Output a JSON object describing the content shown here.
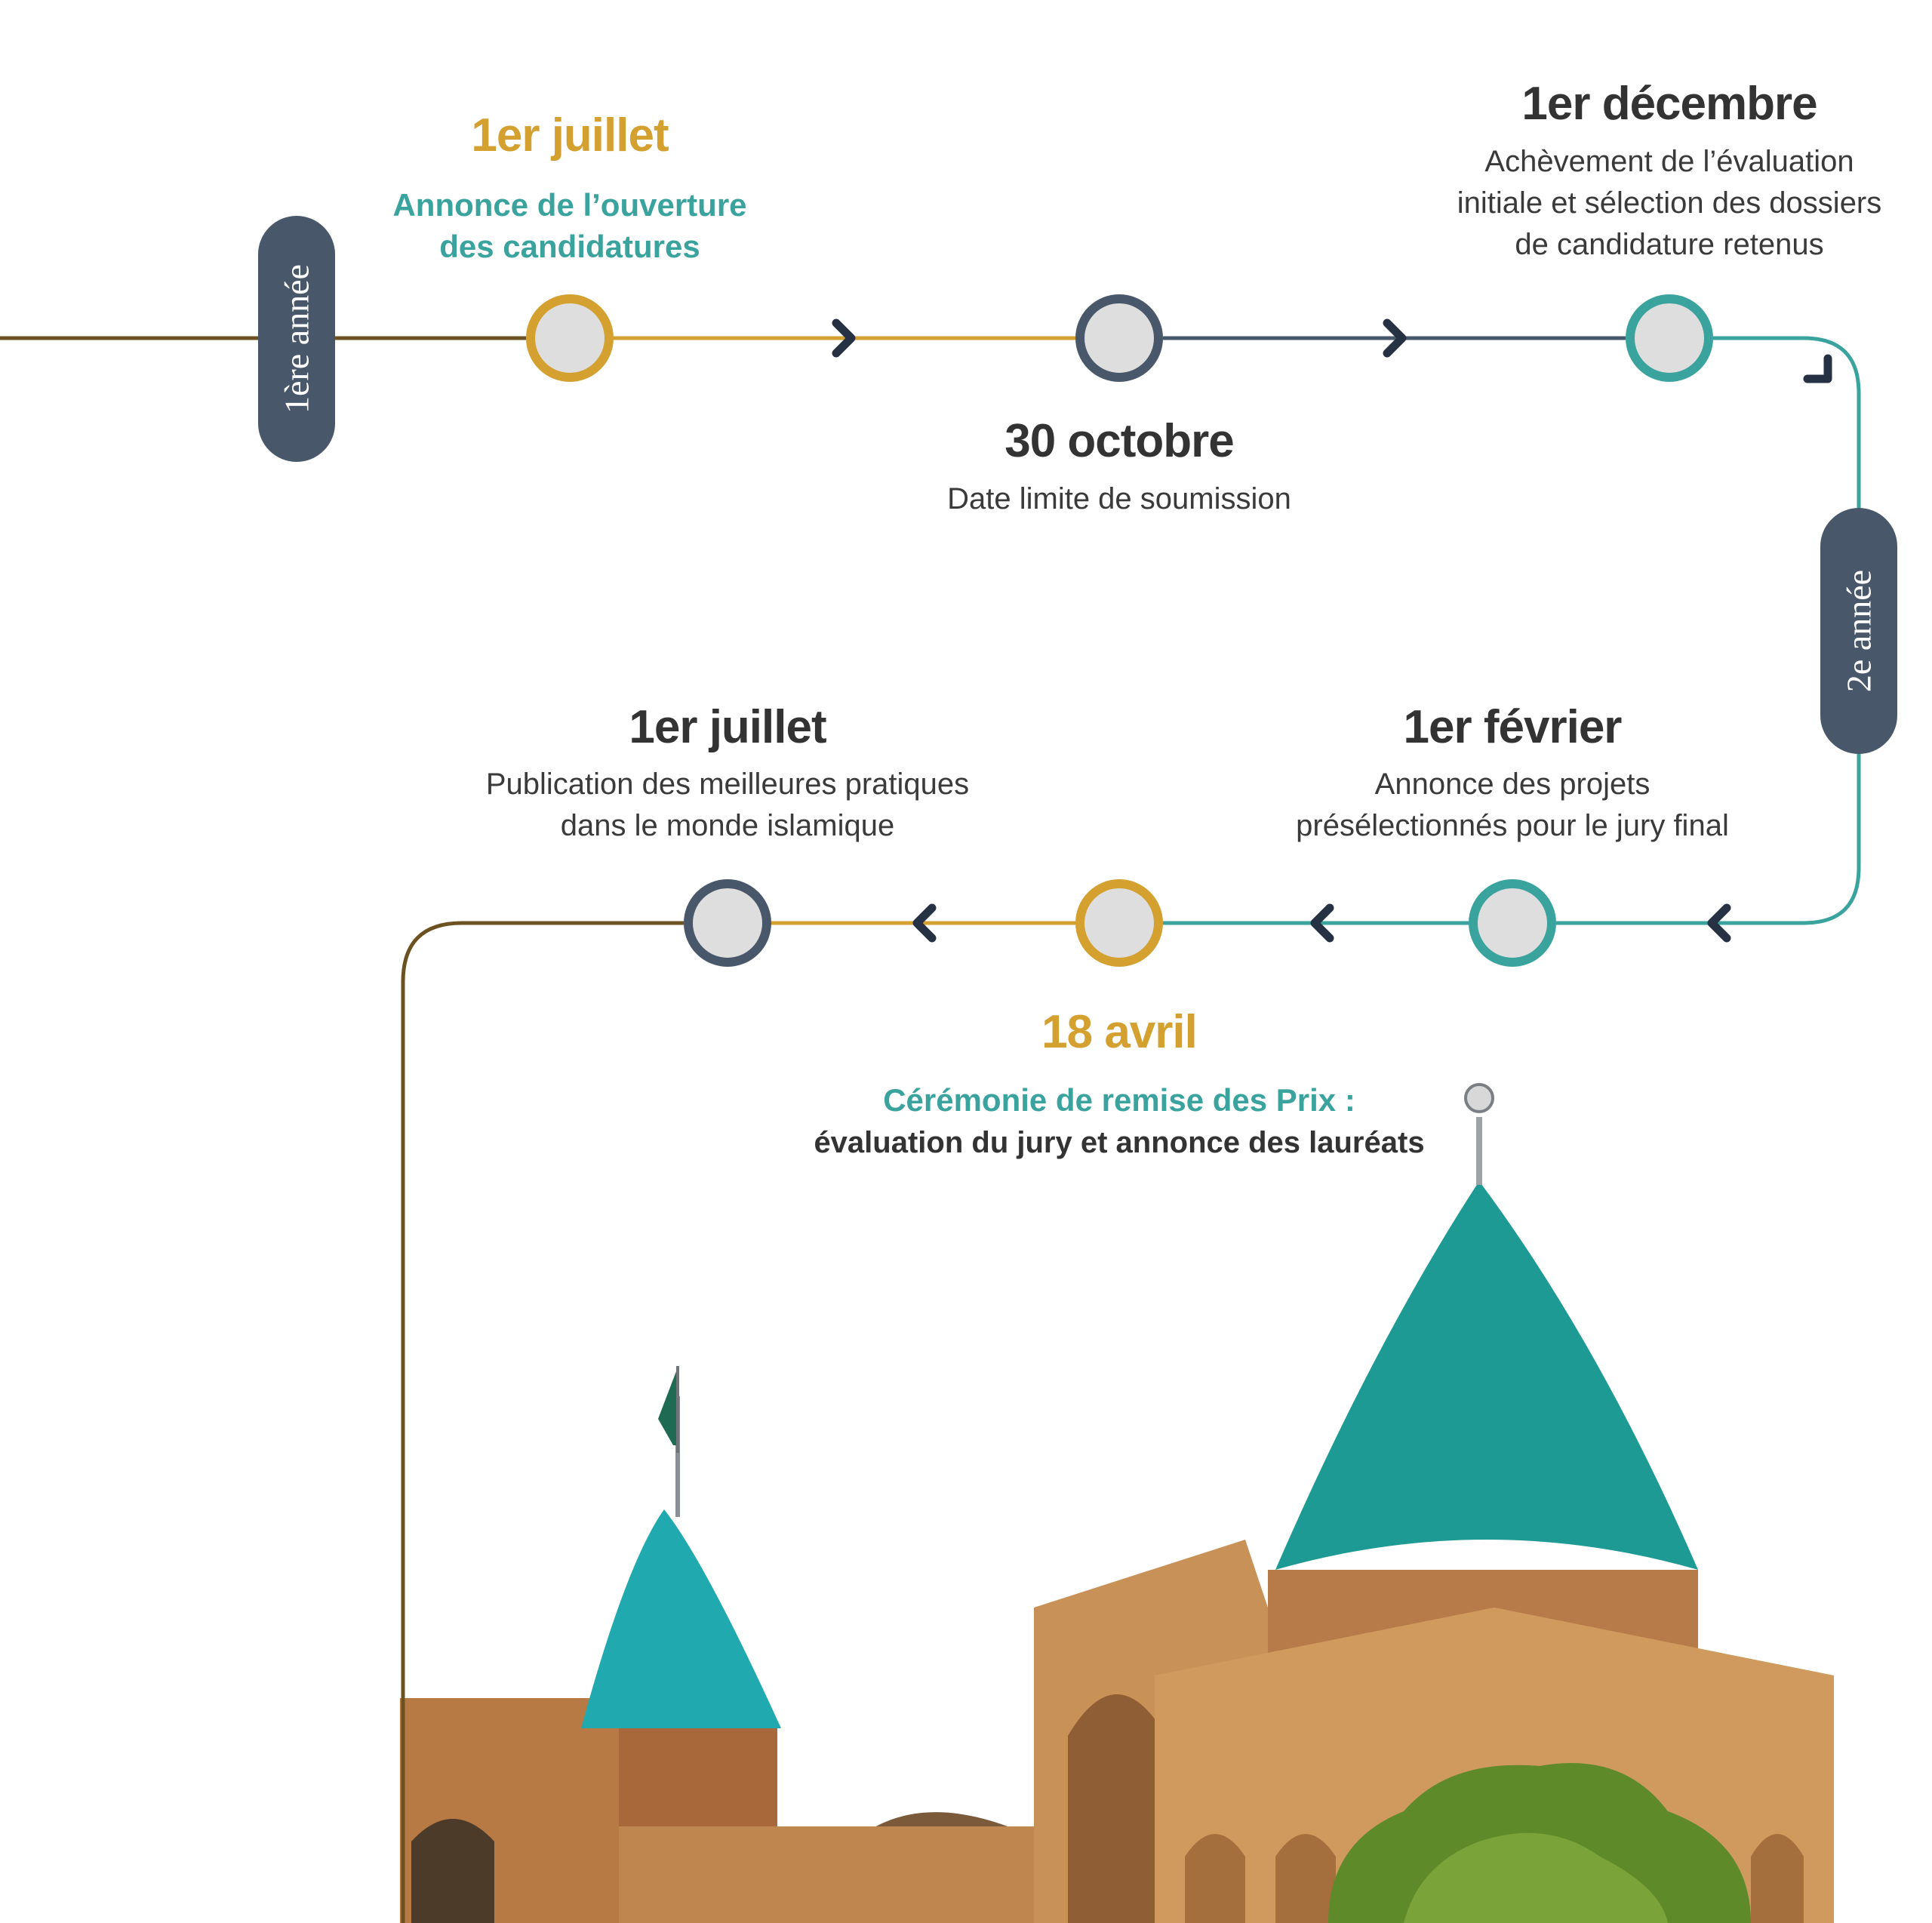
{
  "colors": {
    "gold": "#d4a030",
    "navy": "#49576a",
    "teal": "#3aa39e",
    "dark_line": "#6b5220",
    "node_fill": "#dedede",
    "text_dark": "#333333",
    "brick": "#c98c4e",
    "tile": "#1e9a94",
    "foliage": "#5f8a2a"
  },
  "years": {
    "first": "1ère année",
    "second": "2e année"
  },
  "milestones": [
    {
      "id": "m1",
      "date": "1er juillet",
      "lines": [
        "Annonce de l’ouverture",
        "des candidatures"
      ],
      "node_color": "gold",
      "date_color": "gold",
      "desc_style": "teal-bold"
    },
    {
      "id": "m2",
      "date": "30 octobre",
      "lines": [
        "Date limite de soumission"
      ],
      "node_color": "navy",
      "date_color": "dark",
      "desc_style": "plain"
    },
    {
      "id": "m3",
      "date": "1er décembre",
      "lines": [
        "Achèvement de l’évaluation",
        "initiale et sélection des dossiers",
        "de candidature retenus"
      ],
      "node_color": "teal",
      "date_color": "dark",
      "desc_style": "plain"
    },
    {
      "id": "m4",
      "date": "1er février",
      "lines": [
        "Annonce des projets",
        "présélectionnés pour le jury final"
      ],
      "node_color": "teal",
      "date_color": "dark",
      "desc_style": "plain"
    },
    {
      "id": "m5",
      "date": "18 avril",
      "lines": [
        "Cérémonie de remise des Prix :",
        "évaluation du jury et annonce des lauréats"
      ],
      "node_color": "gold",
      "date_color": "gold",
      "desc_style": "ceremony"
    },
    {
      "id": "m6",
      "date": "1er juillet",
      "lines": [
        "Publication des meilleures pratiques",
        "dans le monde islamique"
      ],
      "node_color": "navy",
      "date_color": "dark",
      "desc_style": "plain"
    }
  ],
  "illustration": {
    "subject": "mosque-photo",
    "elements": [
      "teal-cone-dome",
      "small-teal-dome",
      "brick-facade",
      "tree-foliage",
      "green-flag"
    ]
  }
}
